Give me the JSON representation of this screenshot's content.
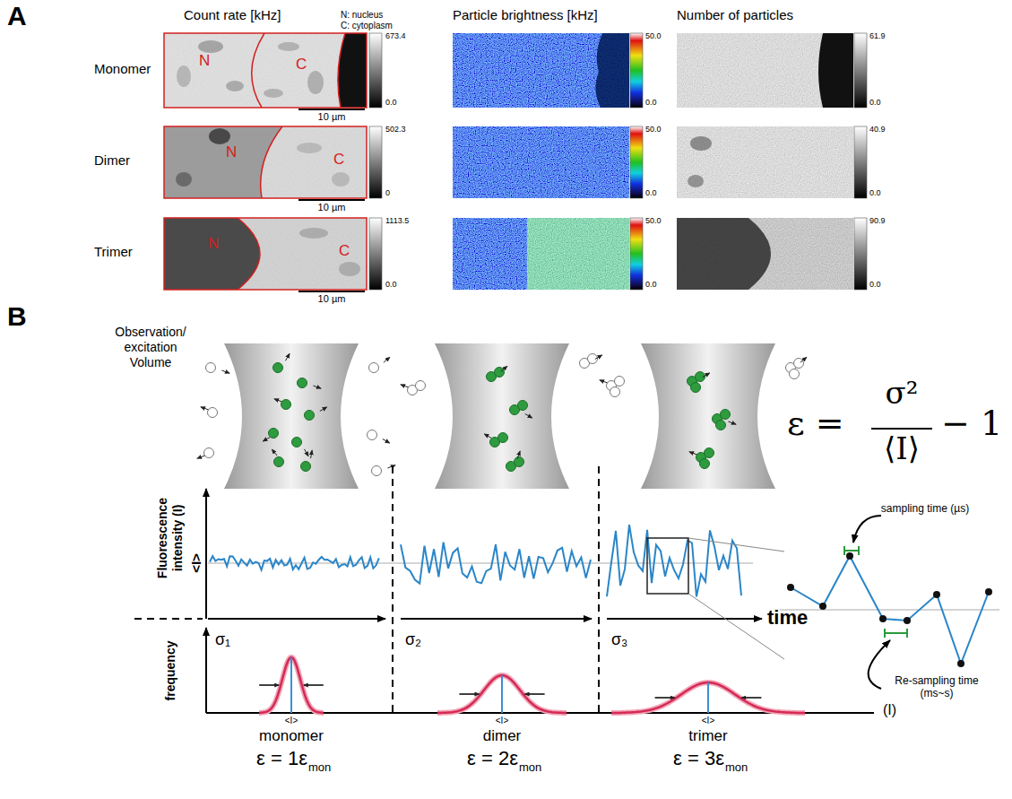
{
  "diagram": {
    "labels": [
      "A",
      "Count rate [kHz]",
      "N: nucleus",
      "C: cytoplasm",
      "Particle brightness [kHz]",
      "Number of particles",
      "Monomer",
      "Dimer",
      "Trimer",
      "N",
      "C",
      "N",
      "C",
      "N",
      "C",
      "10 µm",
      "10 µm",
      "10 µm",
      "673.4",
      "0.0",
      "50.0",
      "0.0",
      "61.9",
      "0.0",
      "502.3",
      "0",
      "50.0",
      "0.0",
      "40.9",
      "0.0",
      "1113.5",
      "0.0",
      "50.0",
      "0.0",
      "90.9",
      "0.0",
      "B",
      "Observation/ excitation Volume",
      "Fluorescence intensity (I)",
      "<I>",
      "frequency",
      "σ₁",
      "σ₂",
      "σ₃",
      "time",
      "<I>",
      "<I>",
      "<I>",
      "monomer",
      "dimer",
      "trimer",
      "ε = 1ε",
      "mon",
      "ε = 2ε",
      "mon",
      "ε = 3ε",
      "mon",
      "(I)",
      "ε =",
      "σ²",
      "⟨I⟩",
      "− 1",
      "sampling time (µs)",
      "Re-sampling time (ms~s)"
    ]
  }
}
